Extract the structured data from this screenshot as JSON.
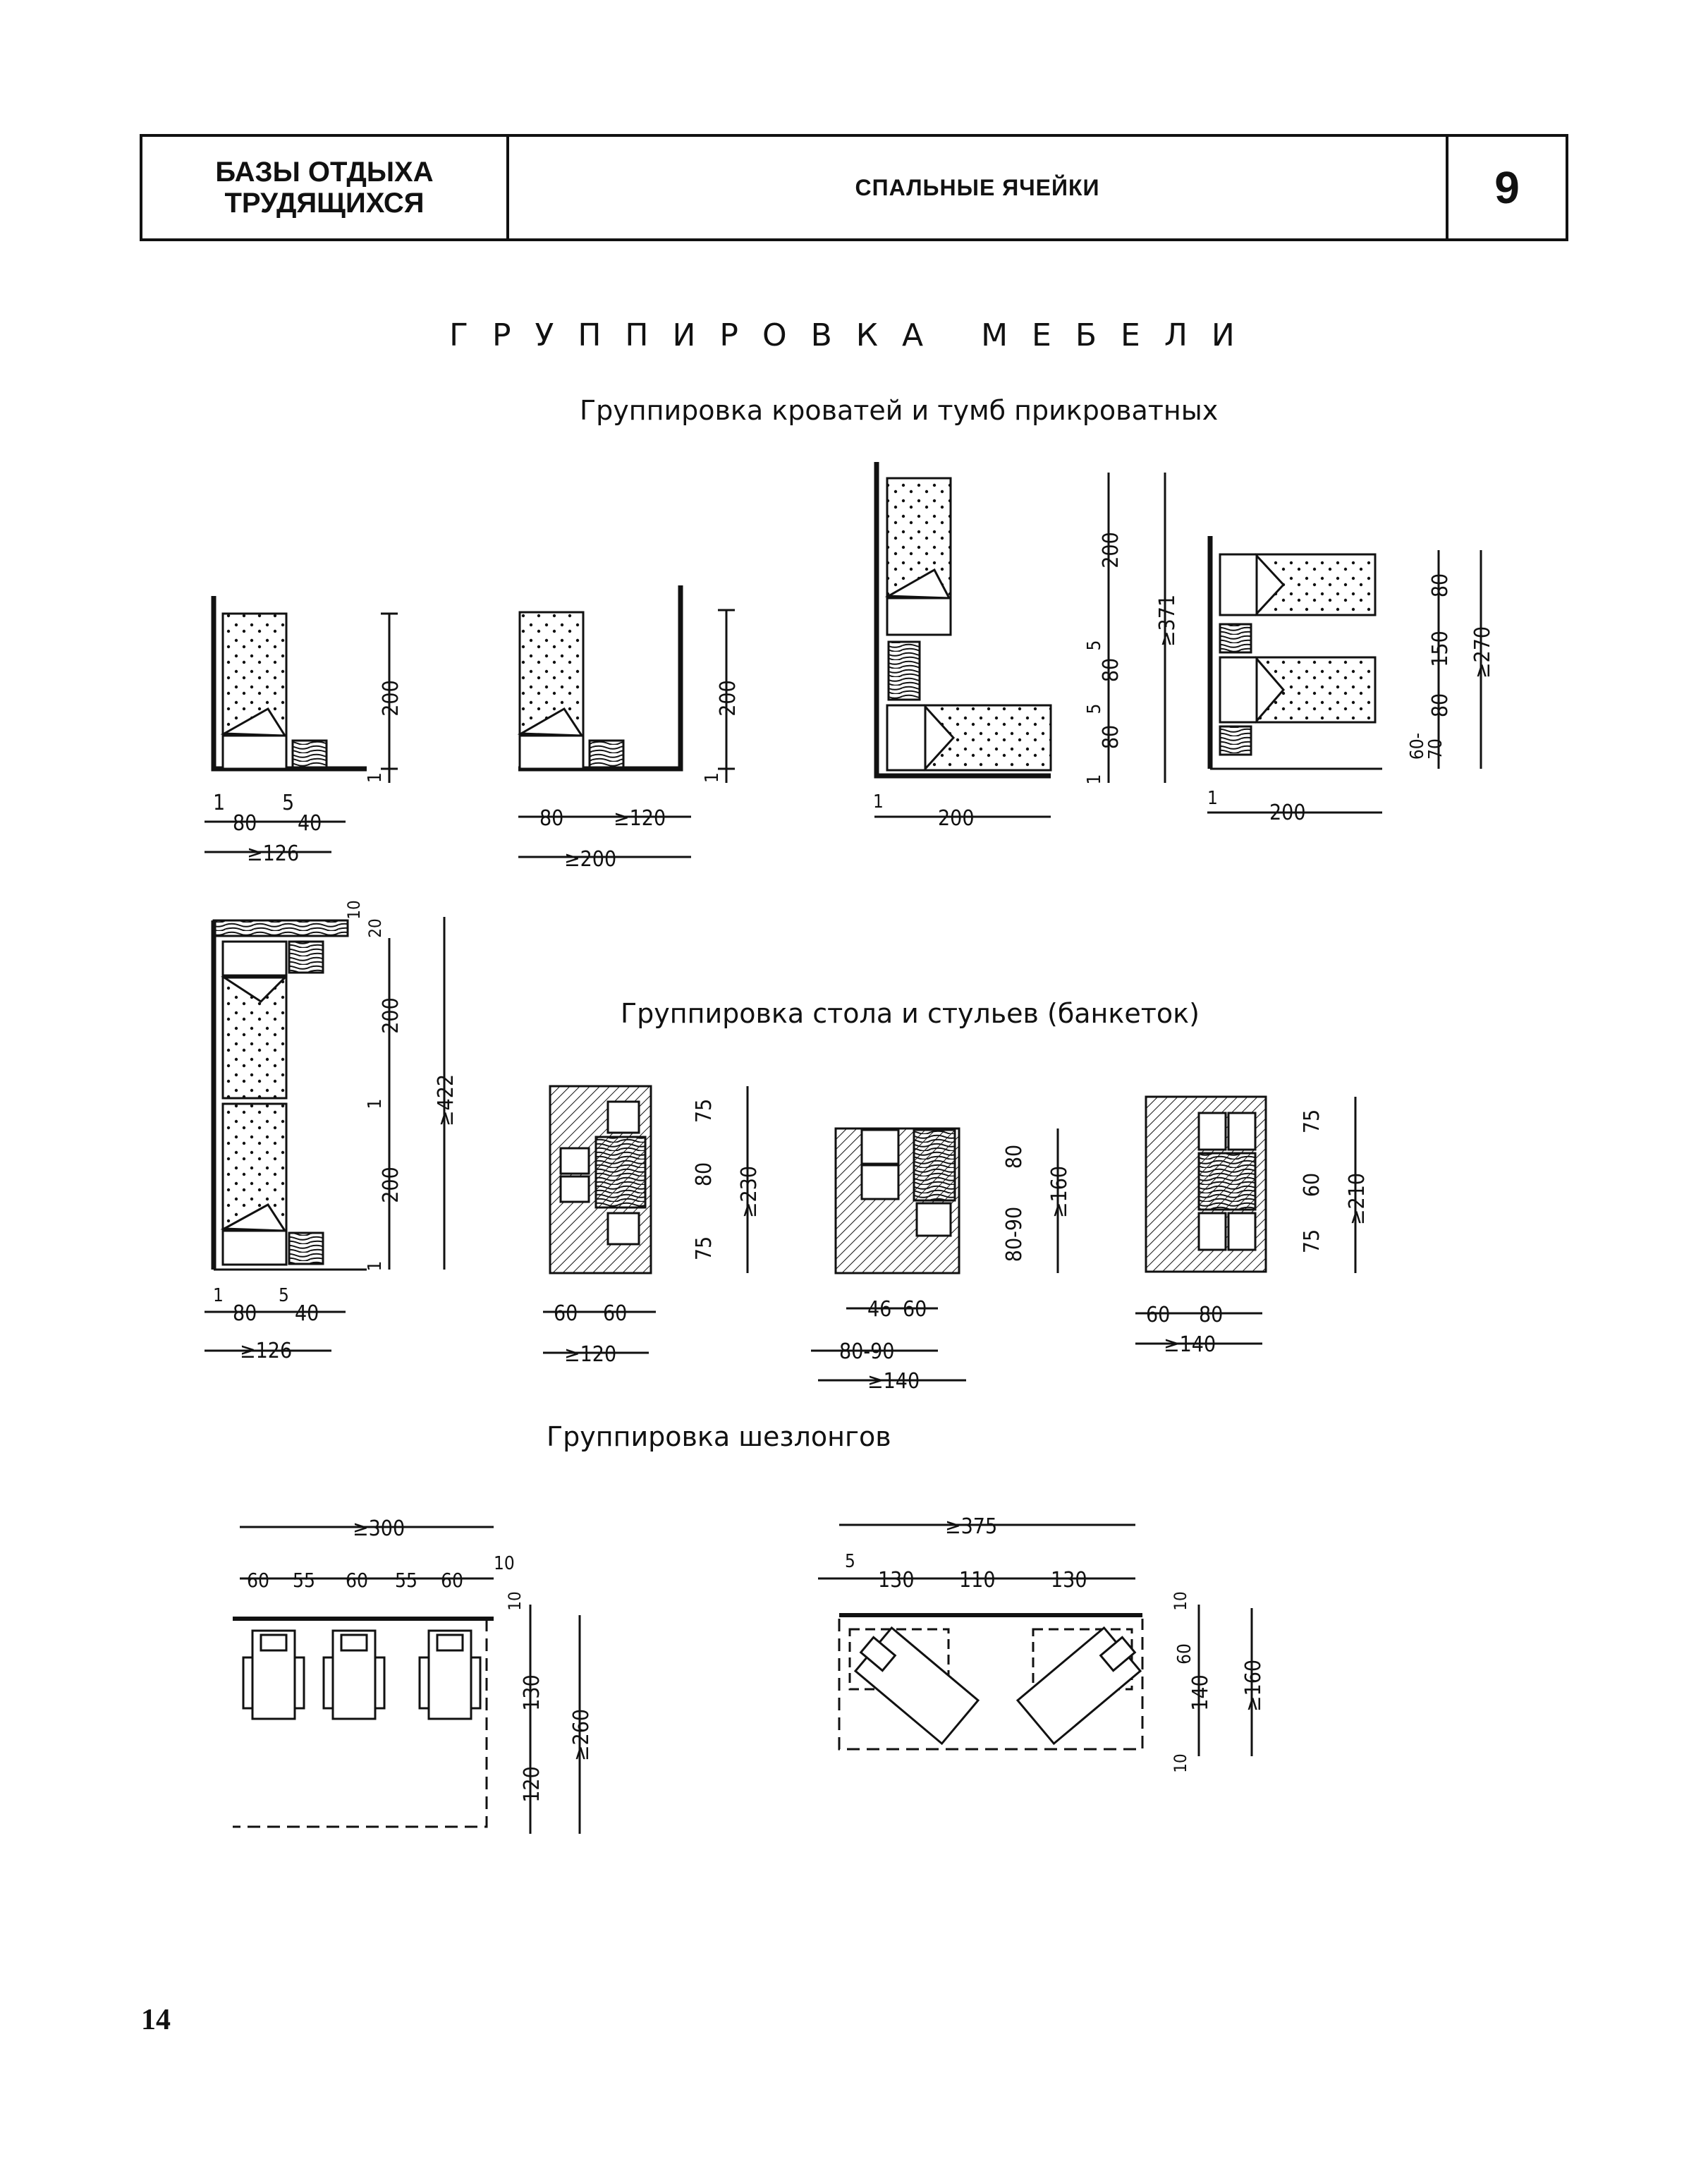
{
  "header": {
    "section_line1": "БАЗЫ ОТДЫХА",
    "section_line2": "ТРУДЯЩИХСЯ",
    "topic": "СПАЛЬНЫЕ ЯЧЕЙКИ",
    "sheet_number": "9"
  },
  "title": "ГРУППИРОВКА МЕБЕЛИ",
  "subtitles": {
    "beds": "Группировка кроватей и тумб прикроватных",
    "table": "Группировка стола и стульев (банкеток)",
    "loungers": "Группировка шезлонгов"
  },
  "dims": {
    "d1": [
      "1",
      "5",
      "80",
      "40",
      "≥126",
      "200",
      "1"
    ],
    "d2": [
      "80",
      "≥120",
      "≥200",
      "200",
      "1"
    ],
    "d3": [
      "1",
      "200",
      "200",
      "5",
      "80",
      "5",
      "80",
      "1",
      "≥371"
    ],
    "d4": [
      "1",
      "200",
      "80",
      "150",
      "80",
      "60-",
      "70",
      "≥270"
    ],
    "d5": [
      "1",
      "5",
      "80",
      "40",
      "≥126",
      "10",
      "20",
      "200",
      "1",
      "200",
      "1",
      "≥422"
    ],
    "t1": [
      "60",
      "60",
      "≥120",
      "75",
      "80",
      "75",
      "≥230"
    ],
    "t2": [
      "46",
      "60",
      "80-90",
      "≥140",
      "80-90",
      "80",
      "≥160"
    ],
    "t3": [
      "60",
      "80",
      "≥140",
      "75",
      "60",
      "75",
      "≥210"
    ],
    "l1": [
      "≥300",
      "60",
      "55",
      "60",
      "55",
      "60",
      "10",
      "10",
      "130",
      "120",
      "≥260"
    ],
    "l2": [
      "≥375",
      "5",
      "130",
      "110",
      "130",
      "10",
      "60",
      "140",
      "10",
      "≥160"
    ]
  },
  "page_number": "14"
}
